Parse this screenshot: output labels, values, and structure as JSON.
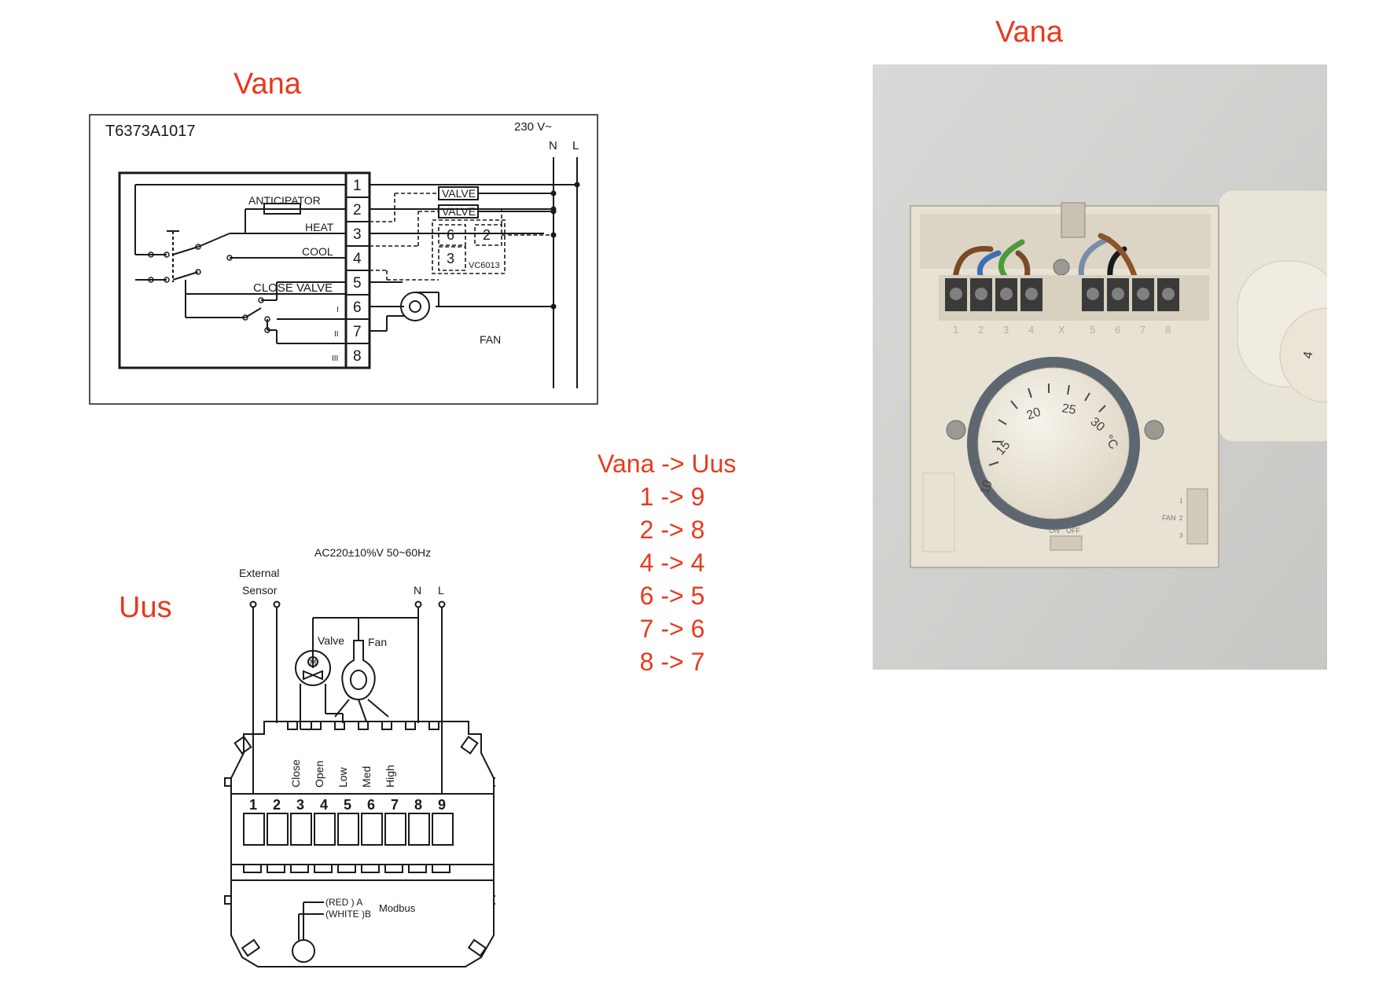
{
  "labels": {
    "old_diagram": "Vana",
    "old_photo": "Vana",
    "new_diagram": "Uus"
  },
  "mapping": {
    "title": "Vana -> Uus",
    "rows": [
      "1 -> 9",
      "2 -> 8",
      "4 -> 4",
      "6 -> 5",
      "7 -> 6",
      "8 -> 7"
    ]
  },
  "old_diagram": {
    "model": "T6373A1017",
    "supply": "230 V~",
    "n": "N",
    "l": "L",
    "terminals": [
      "1",
      "2",
      "3",
      "4",
      "5",
      "6",
      "7",
      "8"
    ],
    "anticipator": "ANTICIPATOR",
    "heat": "HEAT",
    "cool": "COOL",
    "close_valve": "CLOSE VALVE",
    "valve": "VALVE",
    "fan": "FAN",
    "vc_model": "VC6013",
    "vc_terms": [
      "6",
      "2",
      "3"
    ],
    "speeds": [
      "I",
      "II",
      "III"
    ]
  },
  "new_diagram": {
    "supply": "AC220±10%V 50~60Hz",
    "external": "External",
    "sensor": "Sensor",
    "n": "N",
    "l": "L",
    "valve": "Valve",
    "fan": "Fan",
    "motor": "M",
    "slot_labels": [
      "Close",
      "Open",
      "Low",
      "Med",
      "High"
    ],
    "terminals": [
      "1",
      "2",
      "3",
      "4",
      "5",
      "6",
      "7",
      "8",
      "9"
    ],
    "red_a": "(RED ) A",
    "white_b": "(WHITE )B",
    "modbus": "Modbus"
  },
  "photo": {
    "terminal_numbers": [
      "1",
      "2",
      "3",
      "4",
      "X",
      "5",
      "6",
      "7",
      "8"
    ],
    "dial_numbers": [
      "10",
      "15",
      "20",
      "25",
      "30",
      "°C"
    ],
    "on": "ON",
    "off": "OFF",
    "fan": "FAN",
    "fan_speeds": [
      "1",
      "2",
      "3"
    ],
    "neighbor_dial": "4"
  }
}
